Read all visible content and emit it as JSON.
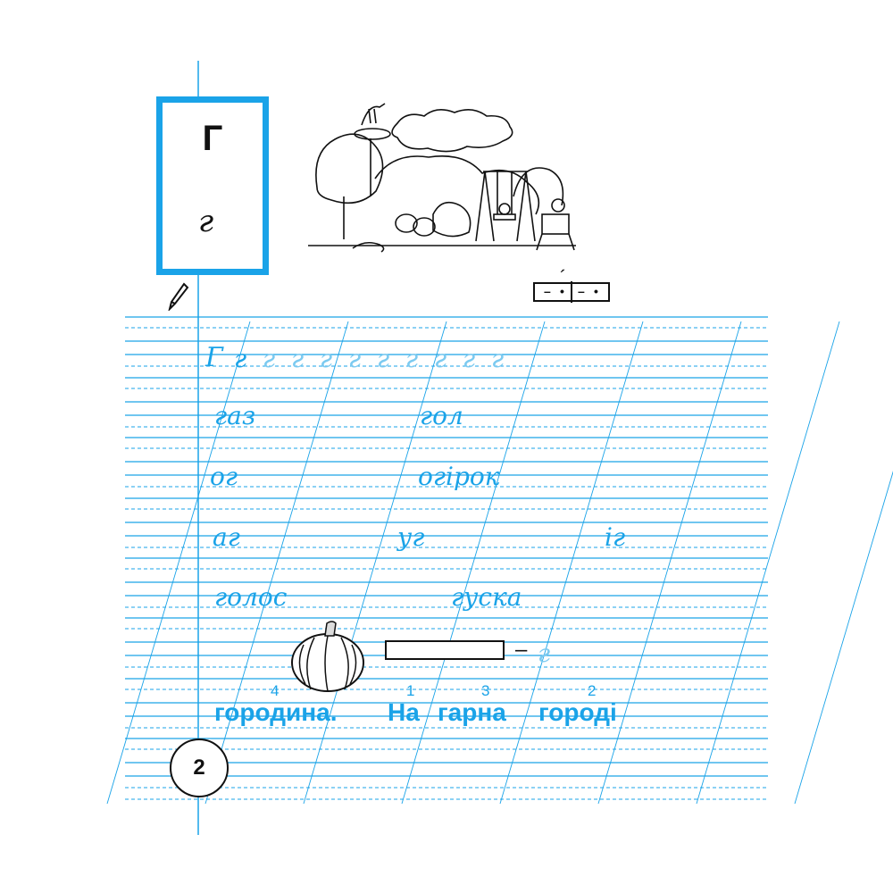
{
  "card": {
    "letter": "Г",
    "cursive": "г"
  },
  "row1": {
    "capital": "Г",
    "letters": [
      "г",
      "г",
      "г",
      "г",
      "г",
      "г",
      "г",
      "г",
      "г",
      "г"
    ]
  },
  "words": {
    "w1": "газ",
    "w2": "гол",
    "w3": "ог",
    "w4": "огірок",
    "w5": "аг",
    "w6": "уг",
    "w7": "іг",
    "w8": "голос",
    "w9": "гуска"
  },
  "riddle": {
    "dash": "–",
    "answer_letter": "г"
  },
  "sentence": {
    "words": [
      "городина.",
      "На",
      "гарна",
      "городі"
    ],
    "order": [
      "4",
      "1",
      "3",
      "2"
    ]
  },
  "scheme": {
    "accent": "´",
    "seg1": "–",
    "seg2": "•",
    "seg3": "–",
    "seg4": "•"
  },
  "page_number": "2",
  "colors": {
    "accent": "#1aa3e8"
  }
}
